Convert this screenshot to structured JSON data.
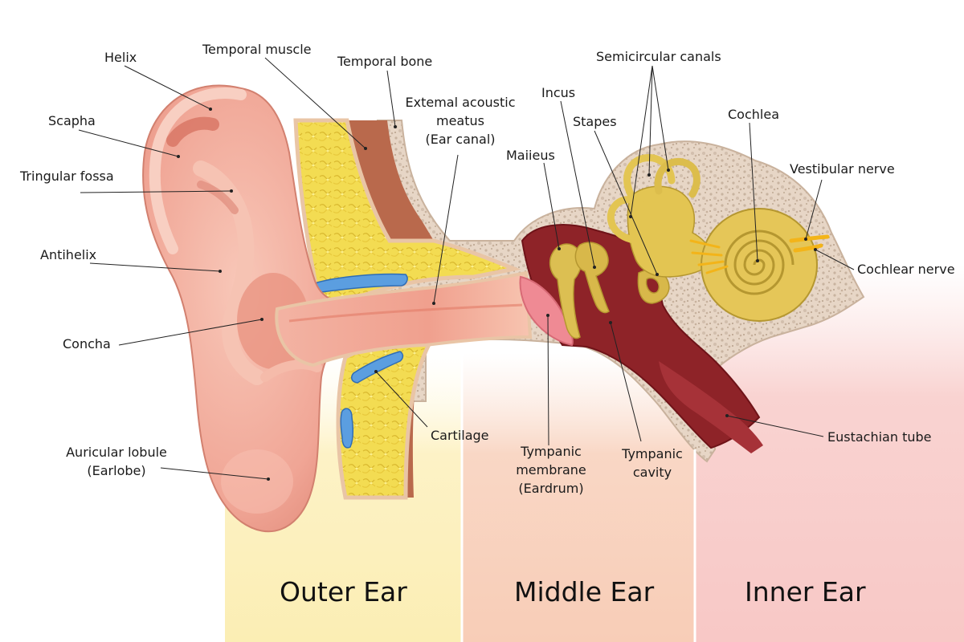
{
  "regions": {
    "outer": "Outer Ear",
    "middle": "Middle Ear",
    "inner": "Inner Ear"
  },
  "labels": {
    "helix": "Helix",
    "temporal_muscle": "Temporal muscle",
    "temporal_bone": "Temporal bone",
    "external_meatus_1": "Extemal acoustic",
    "external_meatus_2": "meatus",
    "external_meatus_3": "(Ear canal)",
    "incus": "Incus",
    "semicircular_canals": "Semicircular canals",
    "scapha": "Scapha",
    "stapes": "Stapes",
    "cochlea": "Cochlea",
    "malleus": "Maiieus",
    "vestibular_nerve": "Vestibular nerve",
    "triangular_fossa": "Tringular fossa",
    "antihelix": "Antihelix",
    "cochlear_nerve": "Cochlear nerve",
    "concha": "Concha",
    "cartilage": "Cartilage",
    "eustachian_tube": "Eustachian tube",
    "tympanic_membrane_1": "Tympanic",
    "tympanic_membrane_2": "membrane",
    "tympanic_membrane_3": "(Eardrum)",
    "tympanic_cavity_1": "Tympanic",
    "tympanic_cavity_2": "cavity",
    "earlobe_1": "Auricular lobule",
    "earlobe_2": "(Earlobe)"
  },
  "colors": {
    "outer_zone": "#fbeeb4",
    "middle_zone": "#f8cdb7",
    "inner_zone": "#f8c8c6",
    "skin": "#f1a898",
    "skin_dark": "#d8786c",
    "cartilage_yellow": "#f0d743",
    "bone": "#e8d6c4",
    "muscle": "#b8684a",
    "cavity": "#8e2328",
    "ossicle": "#dcbf52",
    "eardrum": "#ef8a94",
    "nerve": "#f3b419",
    "blue_cartilage": "#5b9ee0"
  }
}
